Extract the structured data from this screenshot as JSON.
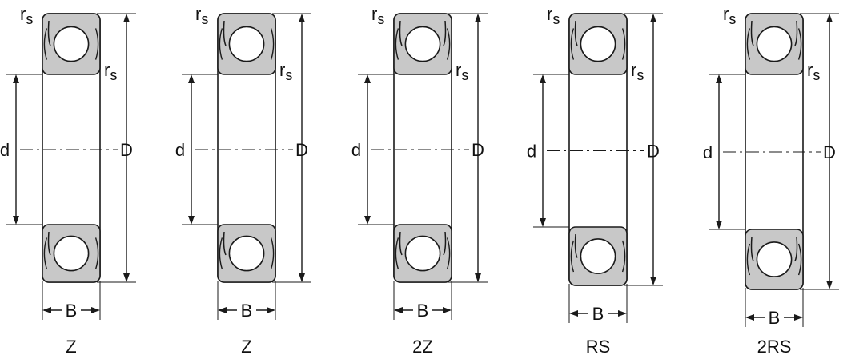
{
  "labels": {
    "r": "r",
    "s": "s",
    "inner_diameter": "d",
    "outer_diameter": "D",
    "width": "B"
  },
  "bearings": [
    {
      "type": "Z"
    },
    {
      "type": "Z"
    },
    {
      "type": "2Z"
    },
    {
      "type": "RS"
    },
    {
      "type": "2RS"
    }
  ],
  "colors": {
    "ring_fill": "#c8c8c8",
    "ball_fill": "#ffffff",
    "stroke": "#1a1a1a"
  }
}
